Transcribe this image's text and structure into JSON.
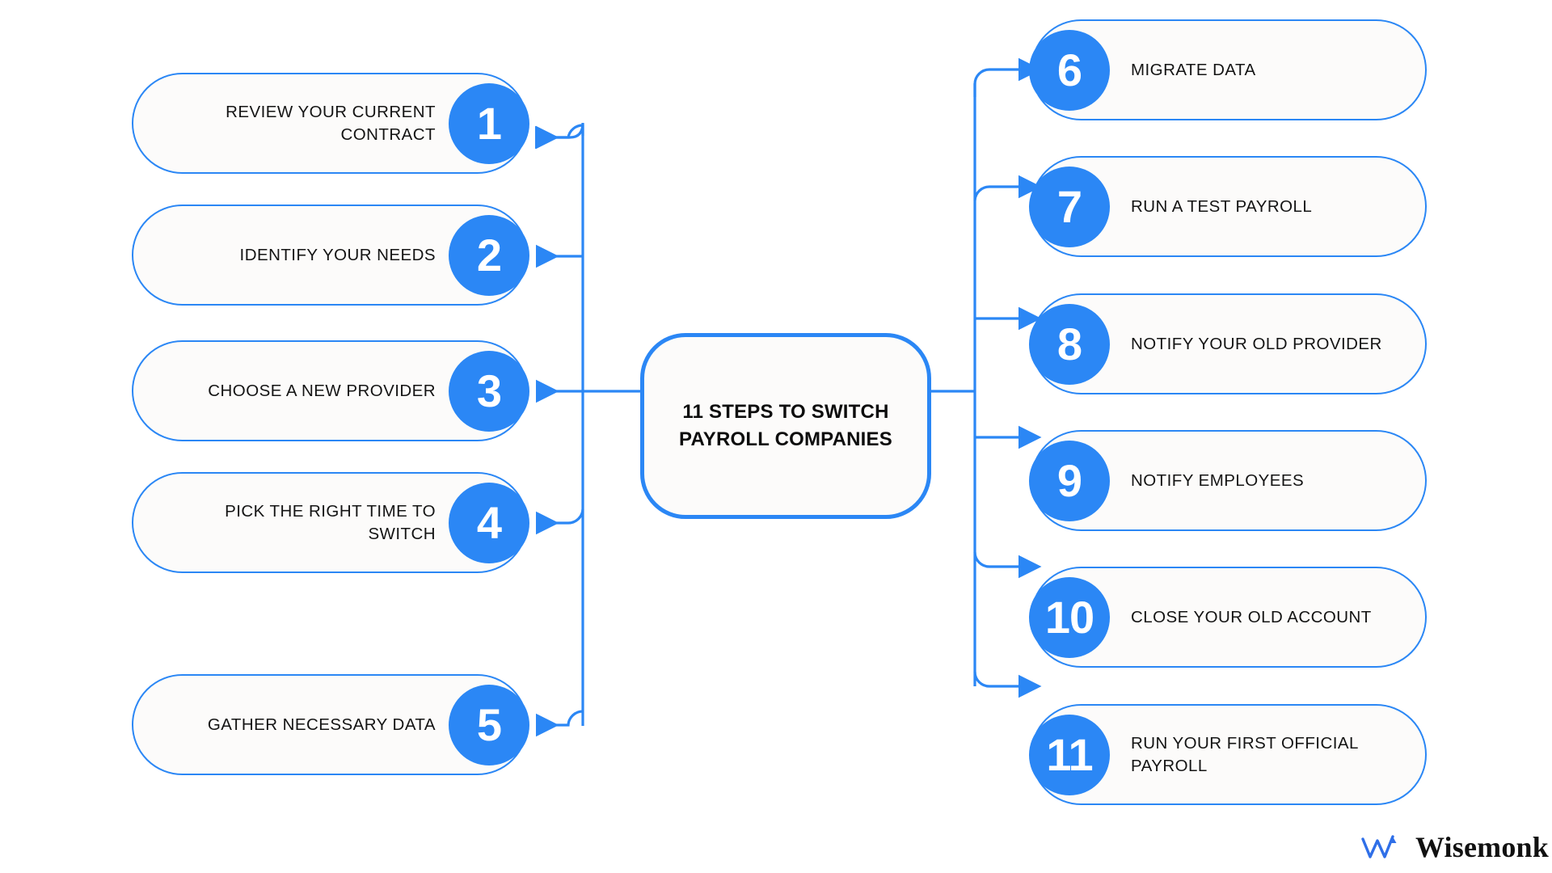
{
  "theme": {
    "accent_blue": "#2b87f5",
    "card_fill": "#fcfbfa",
    "text_dark": "#141414",
    "page_background": "#ffffff"
  },
  "center": {
    "title": "11 STEPS TO SWITCH PAYROLL COMPANIES"
  },
  "left_steps": [
    {
      "number": "1",
      "label": "REVIEW YOUR CURRENT CONTRACT"
    },
    {
      "number": "2",
      "label": "IDENTIFY YOUR NEEDS"
    },
    {
      "number": "3",
      "label": "CHOOSE A NEW PROVIDER"
    },
    {
      "number": "4",
      "label": "PICK THE RIGHT TIME TO SWITCH"
    },
    {
      "number": "5",
      "label": "GATHER NECESSARY DATA"
    }
  ],
  "right_steps": [
    {
      "number": "6",
      "label": "MIGRATE DATA"
    },
    {
      "number": "7",
      "label": "RUN A TEST PAYROLL"
    },
    {
      "number": "8",
      "label": "NOTIFY YOUR OLD PROVIDER"
    },
    {
      "number": "9",
      "label": "NOTIFY EMPLOYEES"
    },
    {
      "number": "10",
      "label": "CLOSE YOUR OLD ACCOUNT"
    },
    {
      "number": "11",
      "label": "RUN YOUR FIRST OFFICIAL PAYROLL"
    }
  ],
  "logo": {
    "text": "Wisemonk",
    "mark": "w-arrow-icon"
  }
}
